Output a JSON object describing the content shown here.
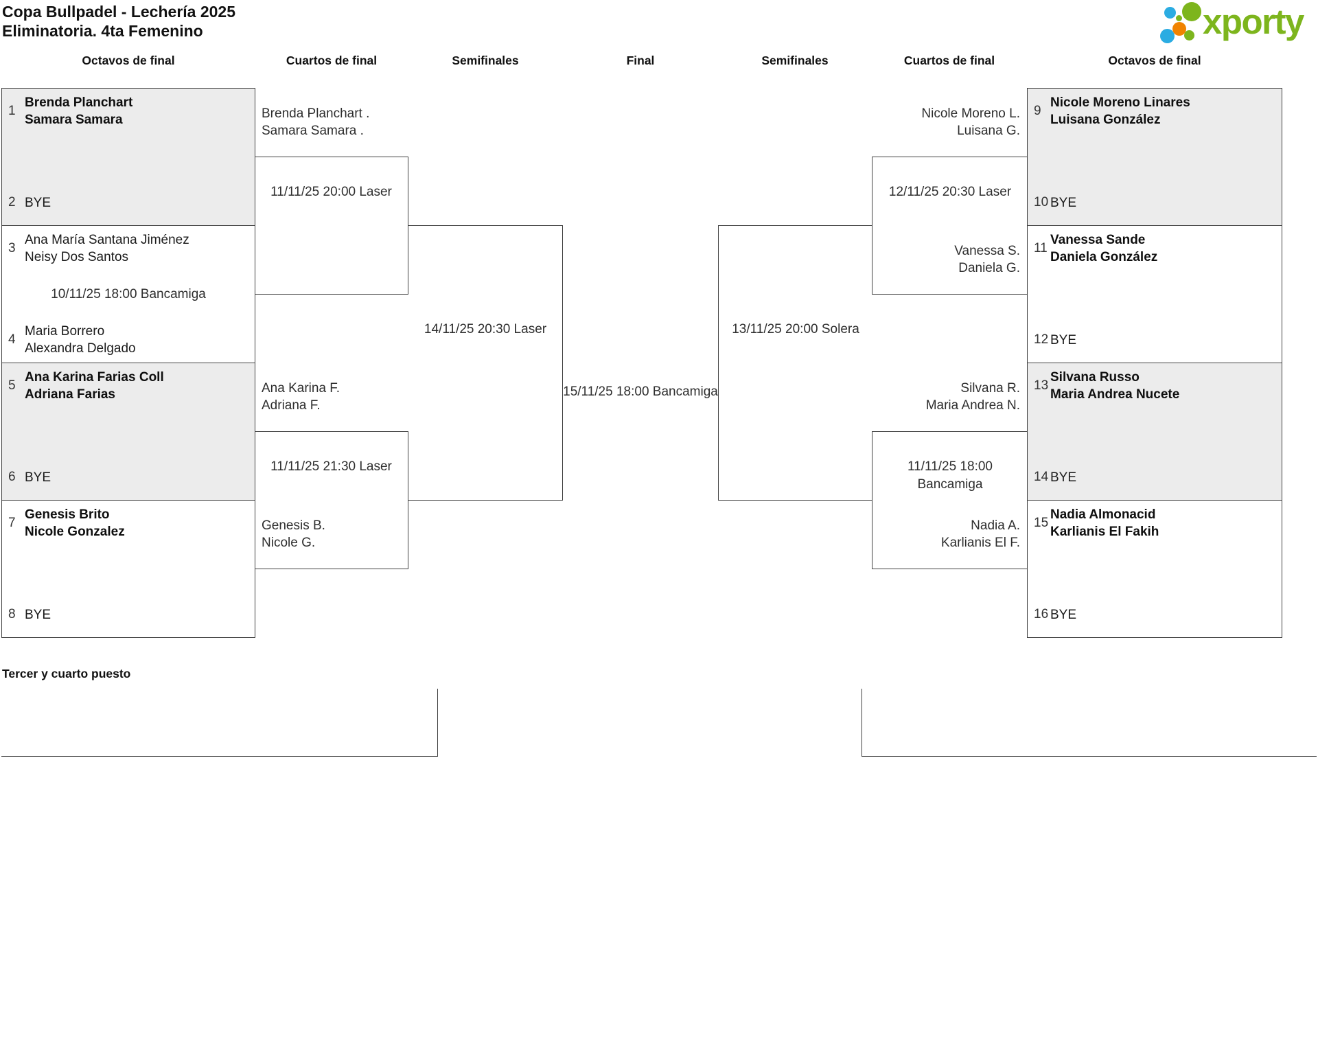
{
  "header": {
    "title_line1": "Copa Bullpadel - Lechería 2025",
    "title_line2": "Eliminatoria. 4ta Femenino"
  },
  "logo": {
    "text": "xporty",
    "brand_green": "#7db51d",
    "brand_blue": "#2bace2",
    "brand_orange": "#f08300"
  },
  "rounds": [
    "Octavos de final",
    "Cuartos de final",
    "Semifinales",
    "Final",
    "Semifinales",
    "Cuartos de final",
    "Octavos de final"
  ],
  "colors": {
    "shaded_match_bg": "#ececec",
    "line_color": "#3f3f3f"
  },
  "bracket": {
    "left_matches": [
      {
        "top": {
          "seed": "1",
          "line1": "Brenda Planchart",
          "line2": "Samara Samara"
        },
        "bottom": {
          "seed": "2",
          "line1": "BYE"
        }
      },
      {
        "top": {
          "seed": "3",
          "line1": "Ana María Santana Jiménez",
          "line2": "Neisy Dos Santos"
        },
        "date": "10/11/25 18:00 Bancamiga",
        "bottom": {
          "seed": "4",
          "line1": "Maria Borrero",
          "line2": "Alexandra Delgado"
        }
      },
      {
        "top": {
          "seed": "5",
          "line1": "Ana Karina Farias Coll",
          "line2": "Adriana Farias"
        },
        "bottom": {
          "seed": "6",
          "line1": "BYE"
        }
      },
      {
        "top": {
          "seed": "7",
          "line1": "Genesis Brito",
          "line2": "Nicole Gonzalez"
        },
        "bottom": {
          "seed": "8",
          "line1": "BYE"
        }
      }
    ],
    "right_matches": [
      {
        "top": {
          "seed": "9",
          "line1": "Nicole Moreno Linares",
          "line2": "Luisana González"
        },
        "bottom": {
          "seed": "10",
          "line1": "BYE"
        }
      },
      {
        "top": {
          "seed": "11",
          "line1": "Vanessa Sande",
          "line2": "Daniela González"
        },
        "bottom": {
          "seed": "12",
          "line1": "BYE"
        }
      },
      {
        "top": {
          "seed": "13",
          "line1": "Silvana Russo",
          "line2": "Maria Andrea Nucete"
        },
        "bottom": {
          "seed": "14",
          "line1": "BYE"
        }
      },
      {
        "top": {
          "seed": "15",
          "line1": "Nadia Almonacid",
          "line2": "Karlianis El Fakih"
        },
        "bottom": {
          "seed": "16",
          "line1": "BYE"
        }
      }
    ],
    "quarterfinals": [
      {
        "schedule": "11/11/25 20:00 Laser"
      },
      {
        "schedule": "11/11/25 21:30 Laser"
      },
      {
        "schedule": "12/11/25 20:30 Laser"
      },
      {
        "schedule": "11/11/25 18:00 Bancamiga"
      }
    ],
    "semifinals": [
      {
        "schedule": "14/11/25 20:30 Laser"
      },
      {
        "schedule": "13/11/25 20:00 Solera"
      }
    ],
    "final": {
      "schedule": "15/11/25 18:00 Bancamiga"
    },
    "advancing": [
      {
        "line1": "Brenda Planchart .",
        "line2": "Samara Samara ."
      },
      {
        "line1": "Ana Karina F.",
        "line2": "Adriana F."
      },
      {
        "line1": "Genesis B.",
        "line2": "Nicole G."
      },
      {
        "line1": "Nicole Moreno L.",
        "line2": "Luisana G."
      },
      {
        "line1": "Vanessa S.",
        "line2": "Daniela G."
      },
      {
        "line1": "Silvana R.",
        "line2": "Maria Andrea N."
      },
      {
        "line1": "Nadia A.",
        "line2": "Karlianis El F."
      }
    ]
  },
  "third_place": {
    "title": "Tercer y cuarto puesto"
  }
}
